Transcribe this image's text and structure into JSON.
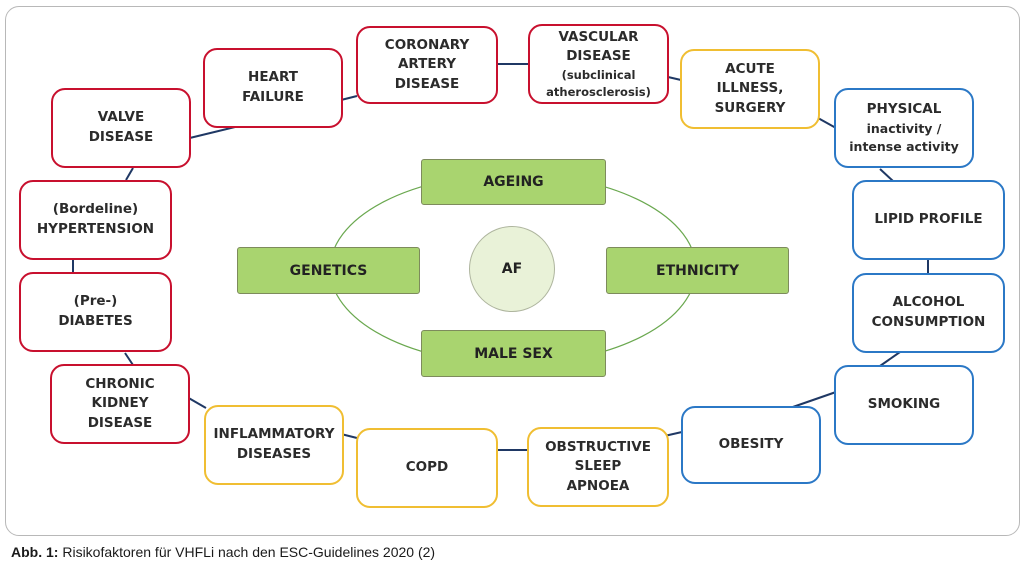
{
  "center": {
    "label": "AF",
    "factors": {
      "top": "AGEING",
      "left": "GENETICS",
      "right": "ETHNICITY",
      "bottom": "MALE SEX"
    }
  },
  "risk_factors": [
    {
      "id": "heart-failure",
      "lines": [
        "HEART",
        "FAILURE"
      ],
      "category": "red"
    },
    {
      "id": "coronary-artery-disease",
      "lines": [
        "CORONARY",
        "ARTERY",
        "DISEASE"
      ],
      "category": "red"
    },
    {
      "id": "vascular-disease",
      "lines": [
        "VASCULAR",
        "DISEASE"
      ],
      "sub_lines": [
        "(subclinical",
        "atherosclerosis)"
      ],
      "category": "red"
    },
    {
      "id": "acute-illness-surgery",
      "lines": [
        "ACUTE",
        "ILLNESS,",
        "SURGERY"
      ],
      "category": "orange"
    },
    {
      "id": "physical-activity",
      "lines": [
        "PHYSICAL"
      ],
      "sub_lines": [
        "inactivity /",
        "intense activity"
      ],
      "category": "blue"
    },
    {
      "id": "lipid-profile",
      "lines": [
        "LIPID PROFILE"
      ],
      "category": "blue"
    },
    {
      "id": "alcohol-consumption",
      "lines": [
        "ALCOHOL",
        "CONSUMPTION"
      ],
      "category": "blue"
    },
    {
      "id": "smoking",
      "lines": [
        "SMOKING"
      ],
      "category": "blue"
    },
    {
      "id": "obesity",
      "lines": [
        "OBESITY"
      ],
      "category": "blue"
    },
    {
      "id": "obstructive-sleep-apnoea",
      "lines": [
        "OBSTRUCTIVE",
        "SLEEP",
        "APNOEA"
      ],
      "category": "orange"
    },
    {
      "id": "copd",
      "lines": [
        "COPD"
      ],
      "category": "orange"
    },
    {
      "id": "inflammatory-diseases",
      "lines": [
        "INFLAMMATORY",
        "DISEASES"
      ],
      "category": "orange"
    },
    {
      "id": "chronic-kidney-disease",
      "lines": [
        "CHRONIC",
        "KIDNEY",
        "DISEASE"
      ],
      "category": "red"
    },
    {
      "id": "diabetes",
      "lines": [
        "(Pre-)",
        "DIABETES"
      ],
      "category": "red"
    },
    {
      "id": "hypertension",
      "lines": [
        "(Bordeline)",
        "HYPERTENSION"
      ],
      "category": "red"
    },
    {
      "id": "valve-disease",
      "lines": [
        "VALVE",
        "DISEASE"
      ],
      "category": "red"
    }
  ],
  "colors": {
    "red": "#c8102e",
    "orange": "#f0be32",
    "blue": "#2b78c6",
    "center_fill": "#a9d46f",
    "af_fill": "#e9f2d8",
    "inner_ellipse": "#6aa84f",
    "connector": "#1f3864"
  },
  "caption": {
    "prefix": "Abb. 1:",
    "text": " Risikofaktoren für VHFLi nach den ESC-Guidelines 2020 (2)"
  }
}
